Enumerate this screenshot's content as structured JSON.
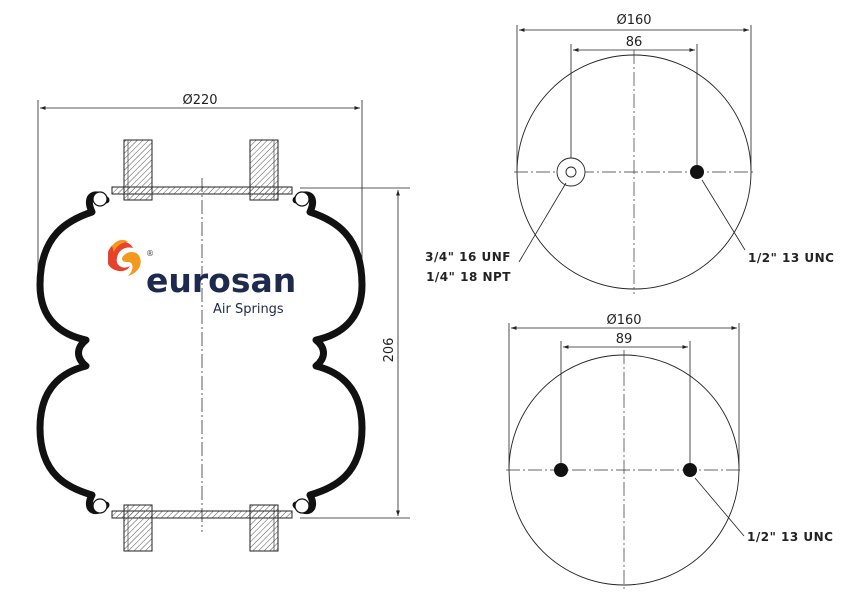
{
  "side_view": {
    "diameter_label": "Ø220",
    "height_label": "206"
  },
  "brand": {
    "name": "eurosan",
    "tagline": "Air Springs",
    "registered": "®",
    "logo_colors": [
      "#e8432a",
      "#f39a1e"
    ],
    "text_color": "#1d2a4d"
  },
  "top_plate_view": {
    "diameter_label": "Ø160",
    "spacing_label": "86",
    "port_label_line1": "3/4\" 16 UNF",
    "port_label_line2": "1/4\" 18 NPT",
    "stud_label": "1/2\" 13 UNC"
  },
  "bottom_plate_view": {
    "diameter_label": "Ø160",
    "spacing_label": "89",
    "stud_label": "1/2\" 13 UNC"
  }
}
